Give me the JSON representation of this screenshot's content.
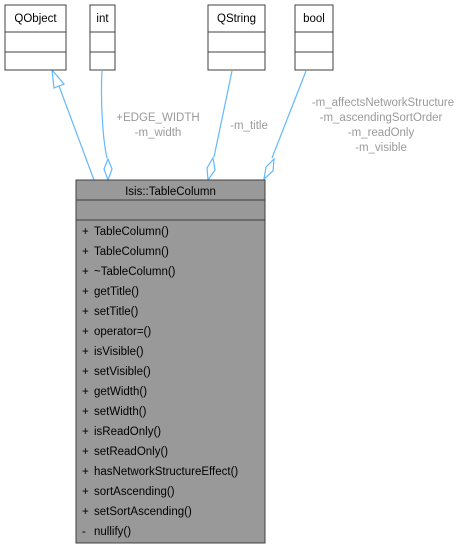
{
  "classes": {
    "qobject": {
      "name": "QObject"
    },
    "int": {
      "name": "int"
    },
    "qstring": {
      "name": "QString"
    },
    "bool": {
      "name": "bool"
    }
  },
  "main_class": {
    "name": "Isis::TableColumn",
    "methods": [
      {
        "vis": "+",
        "name": "TableColumn()"
      },
      {
        "vis": "+",
        "name": "TableColumn()"
      },
      {
        "vis": "+",
        "name": "~TableColumn()"
      },
      {
        "vis": "+",
        "name": "getTitle()"
      },
      {
        "vis": "+",
        "name": "setTitle()"
      },
      {
        "vis": "+",
        "name": "operator=()"
      },
      {
        "vis": "+",
        "name": "isVisible()"
      },
      {
        "vis": "+",
        "name": "setVisible()"
      },
      {
        "vis": "+",
        "name": "getWidth()"
      },
      {
        "vis": "+",
        "name": "setWidth()"
      },
      {
        "vis": "+",
        "name": "isReadOnly()"
      },
      {
        "vis": "+",
        "name": "setReadOnly()"
      },
      {
        "vis": "+",
        "name": "hasNetworkStructureEffect()"
      },
      {
        "vis": "+",
        "name": "sortAscending()"
      },
      {
        "vis": "+",
        "name": "setSortAscending()"
      },
      {
        "vis": "-",
        "name": "nullify()"
      }
    ]
  },
  "edges": {
    "int_labels": [
      "+EDGE_WIDTH",
      "-m_width"
    ],
    "qstring_labels": [
      "-m_title"
    ],
    "bool_labels": [
      "-m_affectsNetworkStructure",
      "-m_ascendingSortOrder",
      "-m_readOnly",
      "-m_visible"
    ]
  },
  "colors": {
    "edge": "#63b8ff",
    "main_fill": "#999999",
    "box_border": "#404040",
    "label": "#9a9a9a"
  }
}
